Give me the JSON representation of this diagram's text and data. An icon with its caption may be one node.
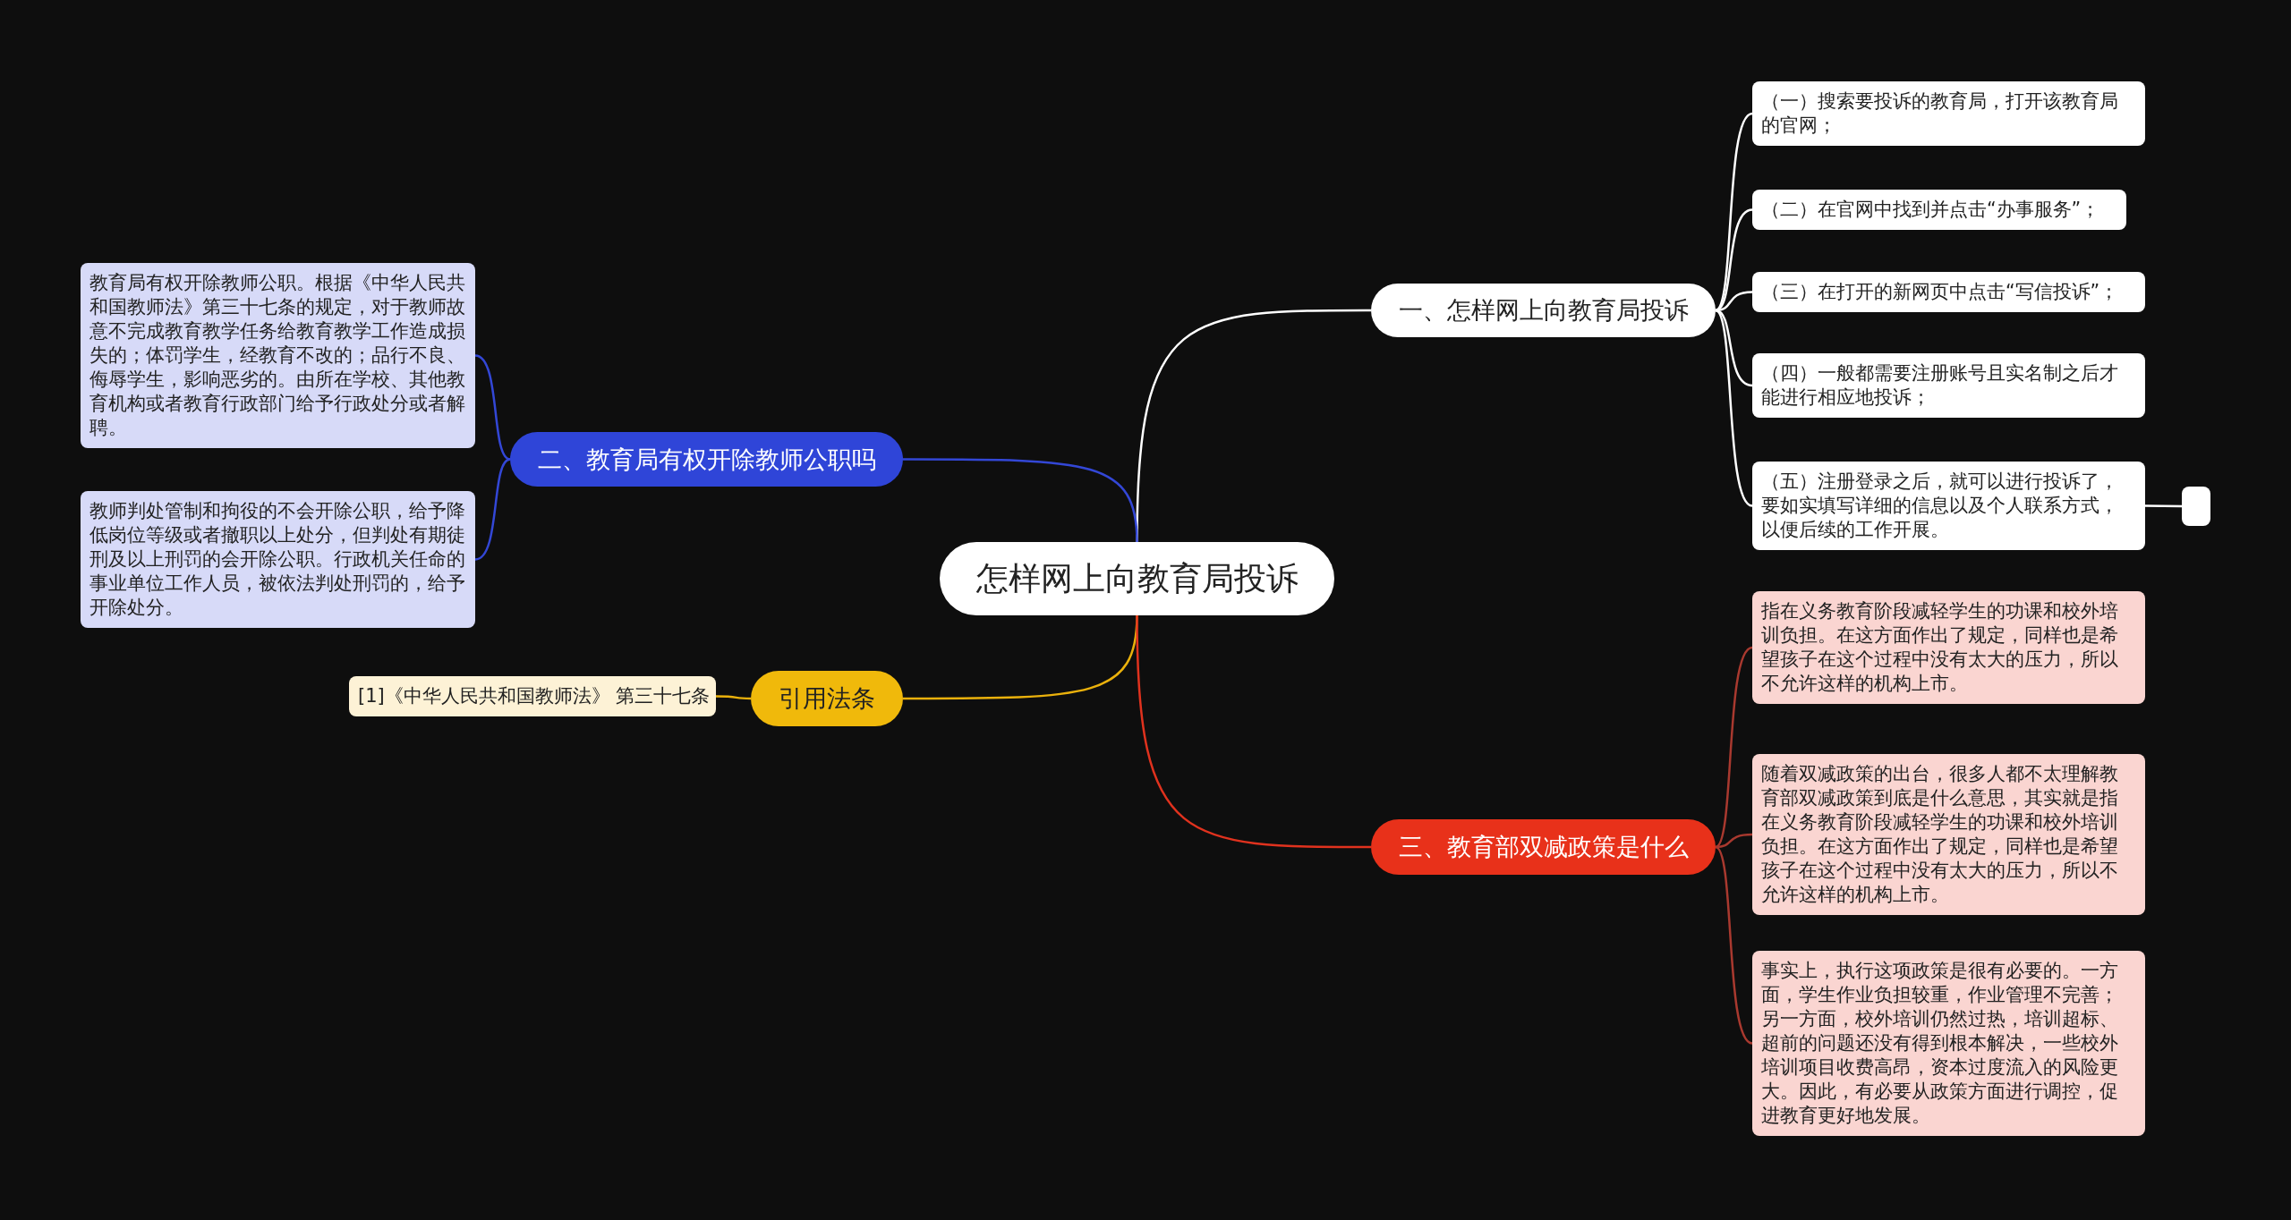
{
  "diagram": {
    "nodes": [
      {
        "text": [
          "怎样网上向教育局投诉"
        ]
      },
      {
        "text": [
          "一、怎样网上向教育局投诉"
        ]
      },
      {
        "text": [
          "（一）搜索要投诉的教育局，打开该教育局的官网；"
        ]
      },
      {
        "text": [
          "（二）在官网中找到并点击“办事服务”；"
        ]
      },
      {
        "text": [
          "（三）在打开的新网页中点击“写信投诉”；"
        ]
      },
      {
        "text": [
          "（四）一般都需要注册账号且实名制之后才能进行相应地投诉；"
        ]
      },
      {
        "text": [
          "（五）注册登录之后，就可以进行投诉了，要如实填写详细的信息以及个人联系方式，以便后续的工作开展。"
        ]
      },
      {
        "text": [],
        "shape": "box"
      },
      {
        "text": [
          "二、教育局有权开除教师公职吗"
        ]
      },
      {
        "text": [
          "教育局有权开除教师公职。根据《中华人民共和国教师法》第三十七条的规定，对于教师故意不完成教育教学任务给教育教学工作造成损失的；体罚学生，经教育不改的；品行不良、侮辱学生，影响恶劣的。由所在学校、其他教育机构或者教育行政部门给予行政处分或者解聘。"
        ]
      },
      {
        "text": [
          "教师判处管制和拘役的不会开除公职，给予降低岗位等级或者撤职以上处分，但判处有期徒刑及以上刑罚的会开除公职。行政机关任命的事业单位工作人员，被依法判处刑罚的，给予开除处分。"
        ]
      },
      {
        "text": [
          "引用法条"
        ]
      },
      {
        "text": [
          "[1]《中华人民共和国教师法》 第三十七条"
        ]
      },
      {
        "text": [
          "三、教育部双减政策是什么"
        ]
      },
      {
        "text": [
          "指在义务教育阶段减轻学生的功课和校外培训负担。在这方面作出了规定，同样也是希望孩子在这个过程中没有太大的压力，所以不允许这样的机构上市。"
        ]
      },
      {
        "text": [
          "随着双减政策的出台，很多人都不太理解教育部双减政策到底是什么意思，其实就是指在义务教育阶段减轻学生的功课和校外培训负担。在这方面作出了规定，同样也是希望孩子在这个过程中没有太大的压力，所以不允许这样的机构上市。"
        ]
      },
      {
        "text": [
          "事实上，执行这项政策是很有必要的。一方面，学生作业负担较重，作业管理不完善；另一方面，校外培训仍然过热，培训超标、超前的问题还没有得到根本解决，一些校外培训项目收费高昂，资本过度流入的风险更大。因此，有必要从政策方面进行调控，促进教育更好地发展。"
        ]
      }
    ],
    "edges": [
      {
        "from": 0,
        "to": 1,
        "arrow": "none"
      },
      {
        "from": 1,
        "to": 2,
        "arrow": "none"
      },
      {
        "from": 1,
        "to": 3,
        "arrow": "none"
      },
      {
        "from": 1,
        "to": 4,
        "arrow": "none"
      },
      {
        "from": 1,
        "to": 5,
        "arrow": "none"
      },
      {
        "from": 1,
        "to": 6,
        "arrow": "none"
      },
      {
        "from": 6,
        "to": 7,
        "arrow": "none"
      },
      {
        "from": 0,
        "to": 8,
        "arrow": "none",
        "color": "#3347d6"
      },
      {
        "from": 8,
        "to": 9,
        "arrow": "none",
        "color": "#3347d6"
      },
      {
        "from": 8,
        "to": 10,
        "arrow": "none",
        "color": "#3347d6"
      },
      {
        "from": 0,
        "to": 11,
        "arrow": "none",
        "color": "#eab10c"
      },
      {
        "from": 11,
        "to": 12,
        "arrow": "none",
        "color": "#eab10c"
      },
      {
        "from": 0,
        "to": 13,
        "arrow": "none",
        "color": "#e0321e"
      },
      {
        "from": 13,
        "to": 14,
        "arrow": "none",
        "color": "#a9392f"
      },
      {
        "from": 13,
        "to": 15,
        "arrow": "none",
        "color": "#a9392f"
      },
      {
        "from": 13,
        "to": 16,
        "arrow": "none",
        "color": "#a9392f"
      }
    ]
  }
}
